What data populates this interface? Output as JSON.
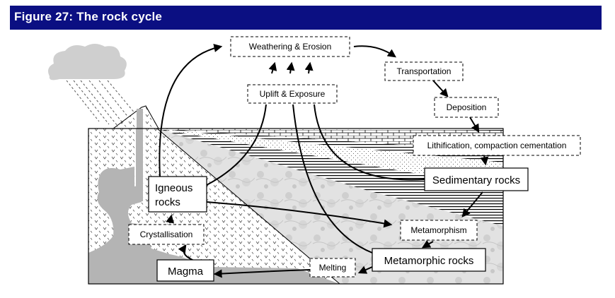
{
  "figure": {
    "title": "Figure 27: The rock cycle"
  },
  "colors": {
    "header_bg": "#0b0f82",
    "header_text": "#ffffff",
    "magma_gray": "#b4b4b4",
    "marble": "#dcdcdc",
    "line": "#000000"
  },
  "diagram": {
    "labels": {
      "weathering": "Weathering & Erosion",
      "transportation": "Transportation",
      "deposition": "Deposition",
      "uplift": "Uplift & Exposure",
      "lithification": "Lithification, compaction cementation",
      "sedimentary": "Sedimentary rocks",
      "igneous_line1": "Igneous",
      "igneous_line2": "rocks",
      "metamorphism": "Metamorphism",
      "crystallisation": "Crystallisation",
      "metamorphic": "Metamorphic rocks",
      "melting": "Melting",
      "magma": "Magma"
    },
    "icons": [
      "rain-cloud-icon",
      "volcano-icon"
    ]
  }
}
